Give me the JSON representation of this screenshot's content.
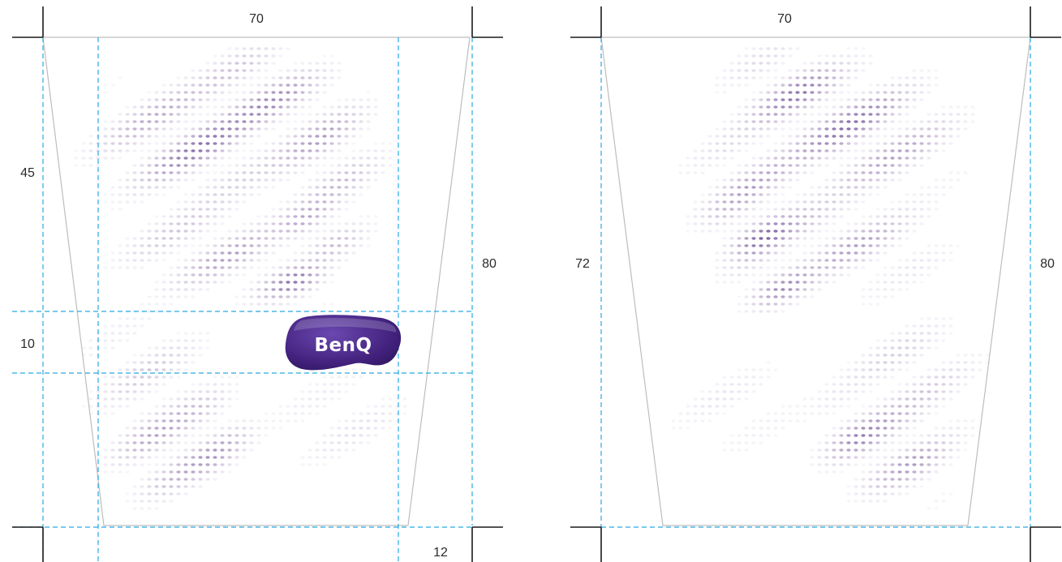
{
  "left_panel": {
    "top_width": "70",
    "upper_height": "45",
    "band_height": "10",
    "right_height": "80",
    "bottom_offset": "12",
    "logo_text": "BenQ"
  },
  "right_panel": {
    "top_width": "70",
    "left_height": "72",
    "right_height": "80"
  },
  "colors": {
    "guide_line": "#29a9e1",
    "outline": "#bdbdbd",
    "crop_mark": "#1a1a1a",
    "pattern_dot": "#6d4c96",
    "logo_fill": "#4b2a8a"
  }
}
